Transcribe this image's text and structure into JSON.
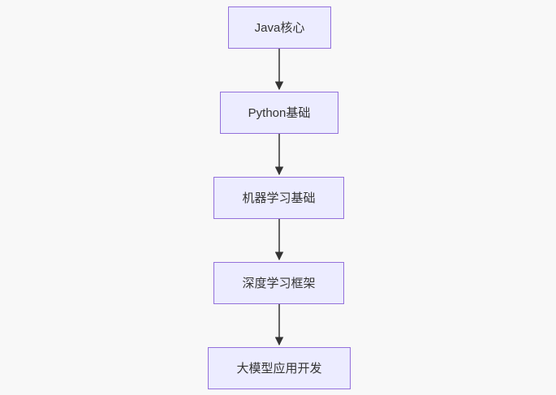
{
  "diagram": {
    "type": "flowchart",
    "direction": "top-down",
    "nodes": [
      {
        "id": "java",
        "label": "Java核心"
      },
      {
        "id": "python",
        "label": "Python基础"
      },
      {
        "id": "ml",
        "label": "机器学习基础"
      },
      {
        "id": "dl",
        "label": "深度学习框架"
      },
      {
        "id": "llm",
        "label": "大模型应用开发"
      }
    ],
    "edges": [
      {
        "from": "java",
        "to": "python"
      },
      {
        "from": "python",
        "to": "ml"
      },
      {
        "from": "ml",
        "to": "dl"
      },
      {
        "from": "dl",
        "to": "llm"
      }
    ],
    "colors": {
      "node_fill": "#ECECFF",
      "node_border": "#9370DB",
      "arrow": "#333333",
      "text": "#333333",
      "background": "#F8F8F8"
    }
  }
}
